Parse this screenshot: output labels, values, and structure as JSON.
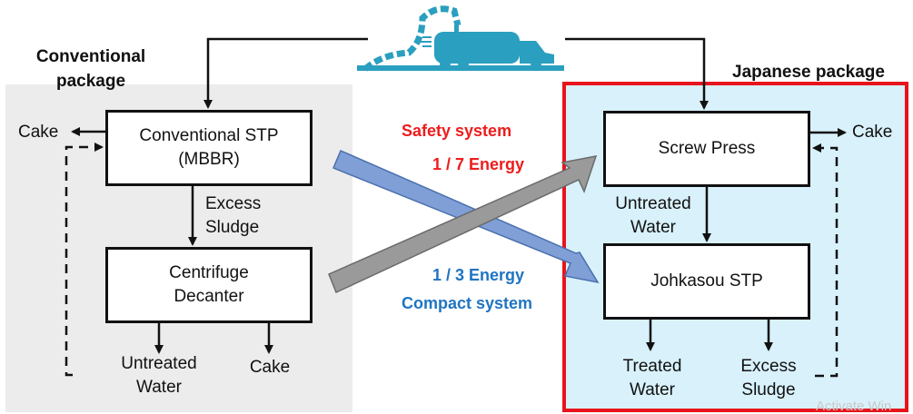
{
  "truck": {
    "icon": "vacuum-truck-icon",
    "color": "#2a9fbf"
  },
  "conventional": {
    "title_line1": "Conventional",
    "title_line2": "package",
    "stp_line1": "Conventional STP",
    "stp_line2": "(MBBR)",
    "cake_top": "Cake",
    "excess_line1": "Excess",
    "excess_line2": "Sludge",
    "centrifuge_line1": "Centrifuge",
    "centrifuge_line2": "Decanter",
    "untreated_line1": "Untreated",
    "untreated_line2": "Water",
    "cake_bottom": "Cake"
  },
  "comparison": {
    "safety": "Safety system",
    "energy_7": "1 / 7 Energy",
    "energy_3": "1 / 3 Energy",
    "compact": "Compact system",
    "red_color": "#ee1c1c",
    "blue_color": "#1f74c2"
  },
  "japanese": {
    "title": "Japanese package",
    "screw_press": "Screw Press",
    "cake": "Cake",
    "untreated_line1": "Untreated",
    "untreated_line2": "Water",
    "johkasou": "Johkasou STP",
    "treated_line1": "Treated",
    "treated_line2": "Water",
    "excess_line1": "Excess",
    "excess_line2": "Sludge",
    "border_color": "#e8141c"
  },
  "watermark": "Activate Win"
}
